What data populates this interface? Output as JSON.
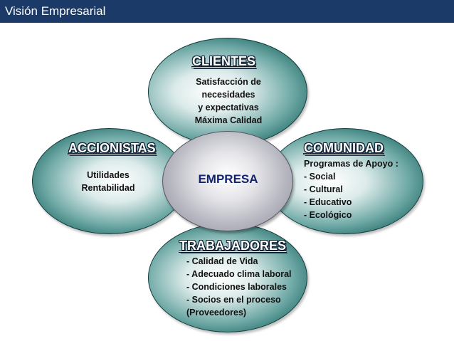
{
  "header": {
    "title": "Visión Empresarial"
  },
  "diagram": {
    "center": {
      "label": "EMPRESA"
    },
    "top": {
      "title": "CLIENTES",
      "lines": [
        "Satisfacción de",
        "necesidades",
        "y expectativas",
        "Máxima Calidad"
      ]
    },
    "left": {
      "title": "ACCIONISTAS",
      "lines": [
        "Utilidades",
        "Rentabilidad"
      ]
    },
    "right": {
      "title": "COMUNIDAD",
      "lines": [
        "Programas de Apoyo :",
        "- Social",
        "- Cultural",
        "- Educativo",
        "- Ecológico"
      ]
    },
    "bottom": {
      "title": "TRABAJADORES",
      "lines": [
        "- Calidad de Vida",
        "- Adecuado clima laboral",
        "- Condiciones laborales",
        "- Socios en el proceso",
        "(Proveedores)"
      ]
    }
  },
  "colors": {
    "header_bg": "#1b3a68",
    "petal_teal": "#15605c",
    "center_gray": "#b8b8c2",
    "center_text": "#13236e"
  }
}
